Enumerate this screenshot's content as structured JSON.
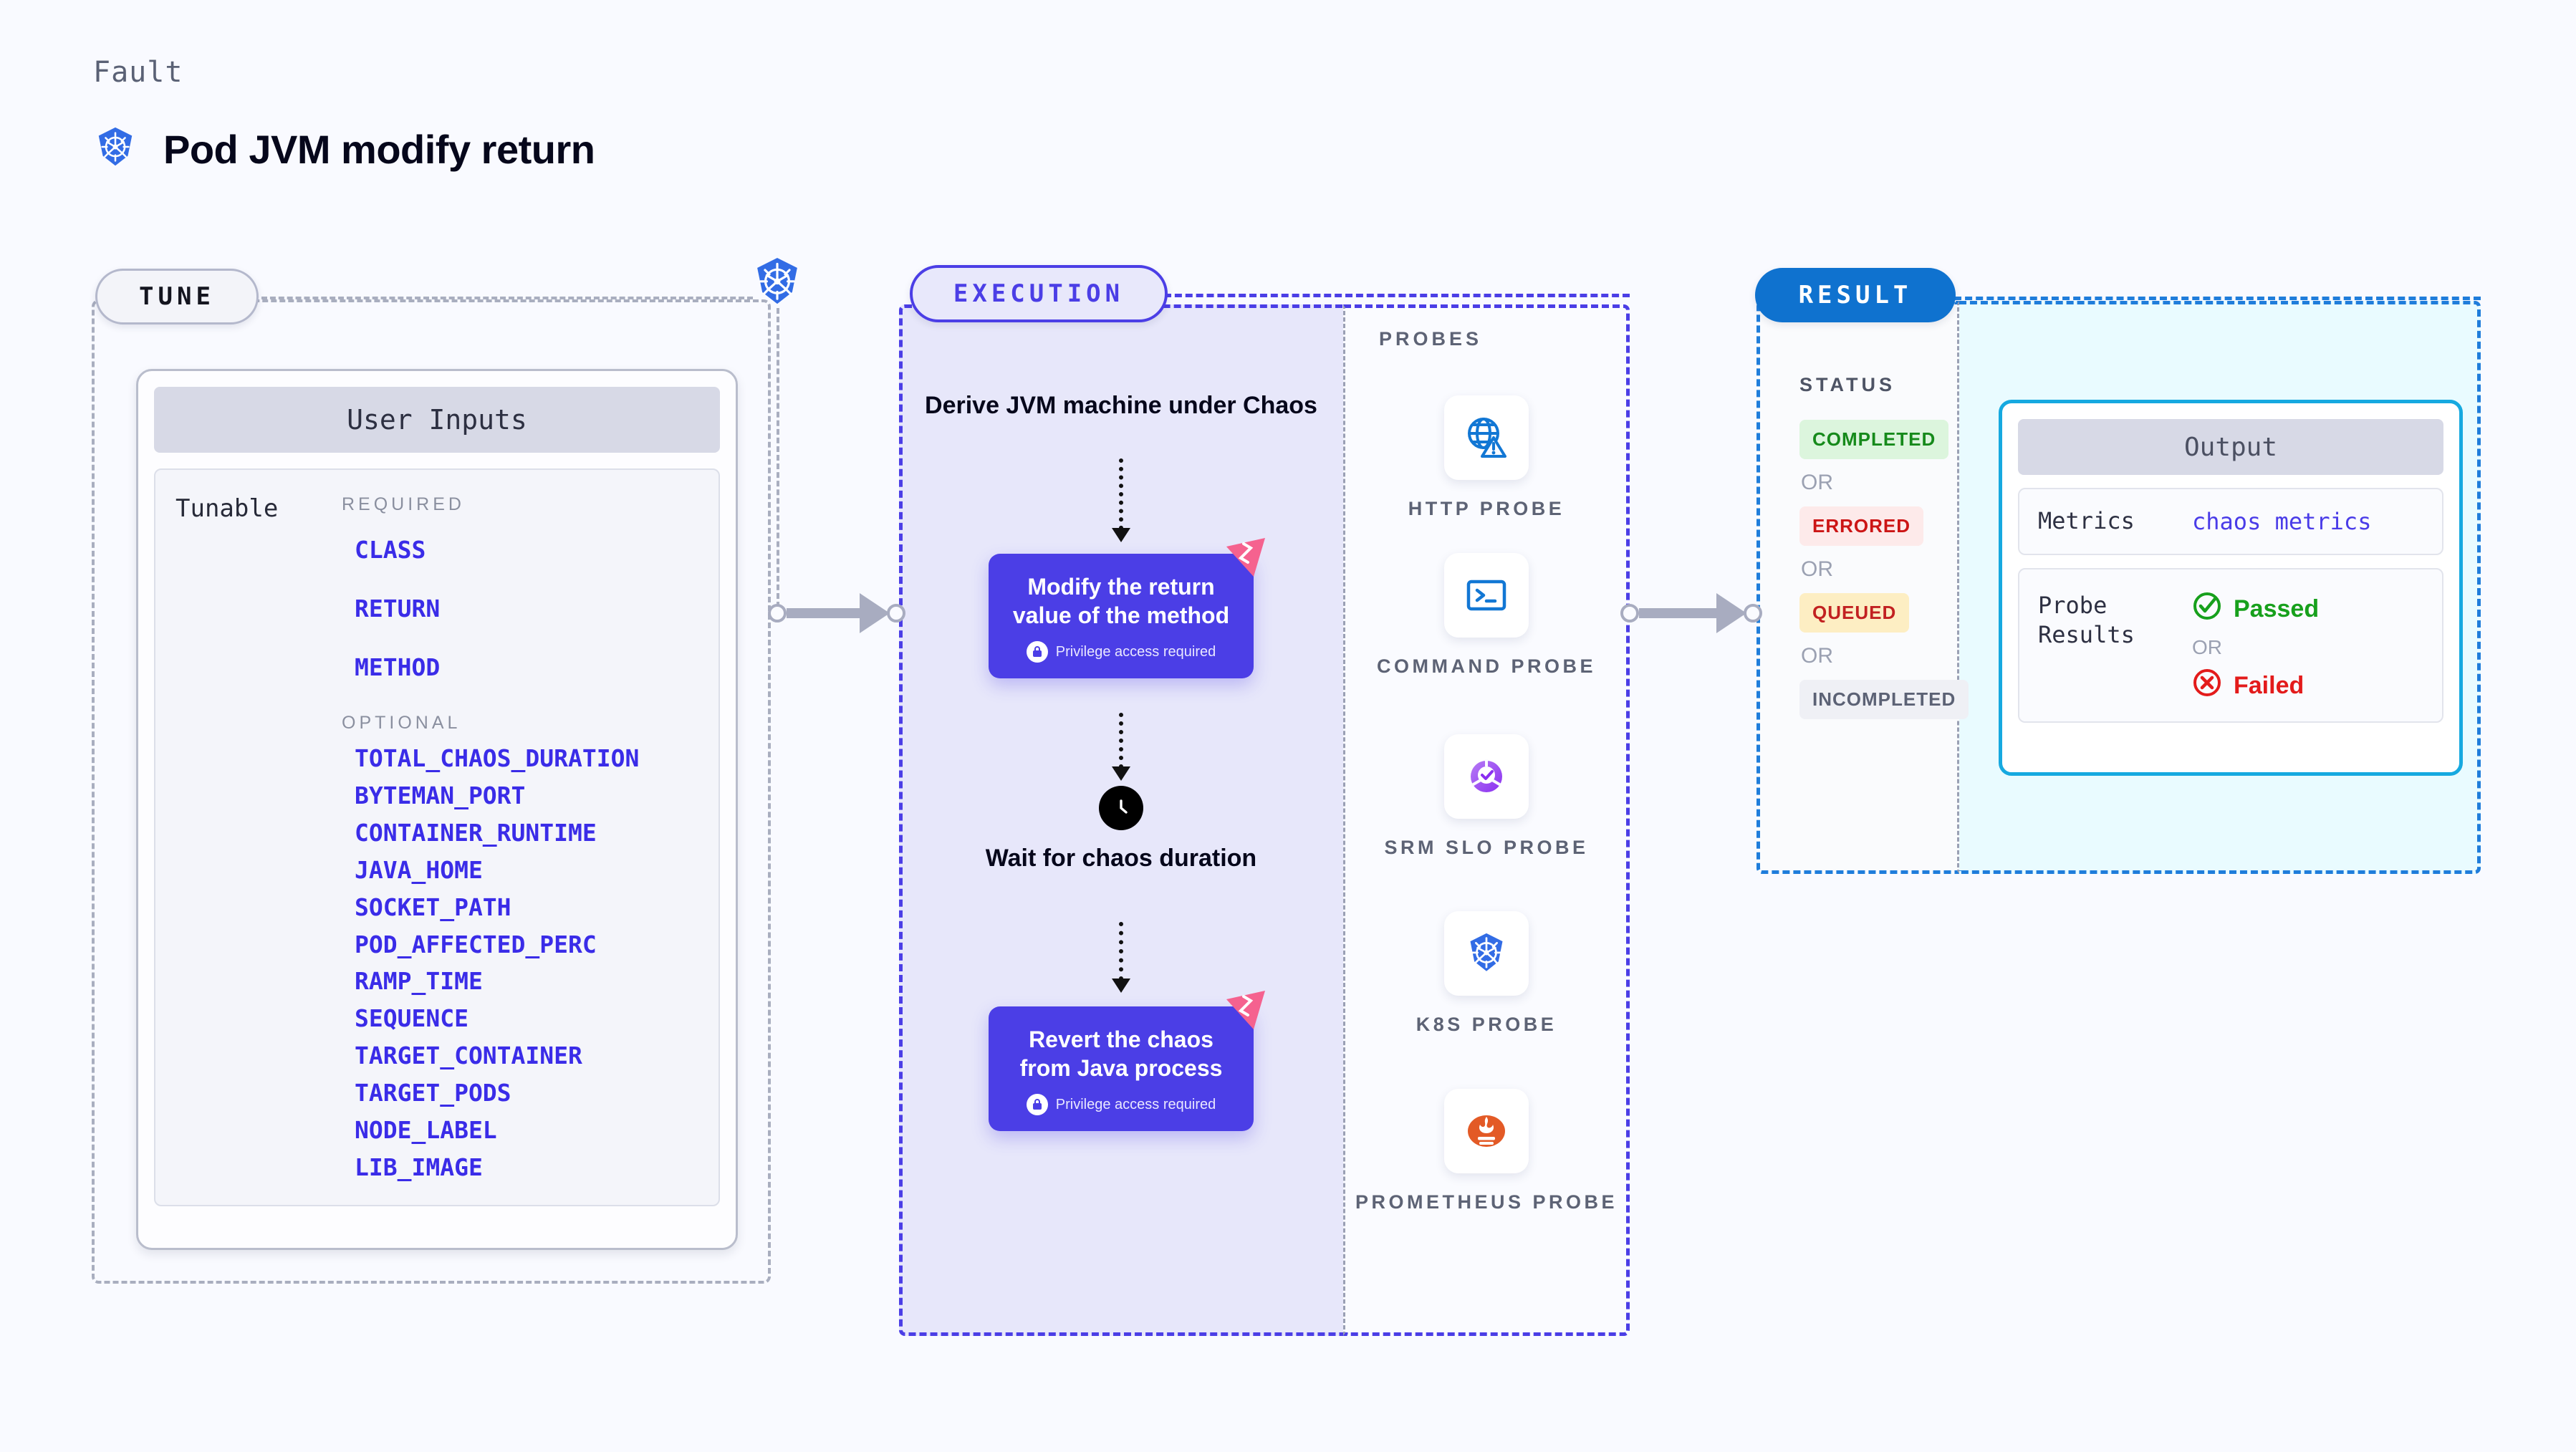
{
  "header": {
    "kicker": "Fault",
    "title": "Pod JVM modify return",
    "icon": "kubernetes-icon"
  },
  "stages": {
    "tune_label": "TUNE",
    "execution_label": "EXECUTION",
    "result_label": "RESULT"
  },
  "tune": {
    "card_title": "User Inputs",
    "row_label": "Tunable",
    "required_label": "REQUIRED",
    "optional_label": "OPTIONAL",
    "required": [
      "CLASS",
      "RETURN",
      "METHOD"
    ],
    "optional": [
      "TOTAL_CHAOS_DURATION",
      "BYTEMAN_PORT",
      "CONTAINER_RUNTIME",
      "JAVA_HOME",
      "SOCKET_PATH",
      "POD_AFFECTED_PERC",
      "RAMP_TIME",
      "SEQUENCE",
      "TARGET_CONTAINER",
      "TARGET_PODS",
      "NODE_LABEL",
      "LIB_IMAGE"
    ]
  },
  "execution": {
    "step_title": "Derive JVM machine under Chaos",
    "card1_title": "Modify the return value of the method",
    "card1_note": "Privilege access required",
    "wait_title": "Wait for chaos duration",
    "card2_title": "Revert the chaos from Java process",
    "card2_note": "Privilege access required"
  },
  "probes": {
    "label": "PROBES",
    "items": [
      {
        "name": "HTTP PROBE",
        "icon": "globe-warning-icon"
      },
      {
        "name": "COMMAND PROBE",
        "icon": "terminal-icon"
      },
      {
        "name": "SRM SLO PROBE",
        "icon": "srm-slo-icon"
      },
      {
        "name": "K8S PROBE",
        "icon": "kubernetes-icon"
      },
      {
        "name": "PROMETHEUS PROBE",
        "icon": "prometheus-icon"
      }
    ]
  },
  "result": {
    "status_label": "STATUS",
    "or_label": "OR",
    "statuses": [
      {
        "text": "COMPLETED",
        "bg": "#dcf5dd",
        "fg": "#168a1b"
      },
      {
        "text": "ERRORED",
        "bg": "#fdeaea",
        "fg": "#cc1515"
      },
      {
        "text": "QUEUED",
        "bg": "#fdeec3",
        "fg": "#c22121"
      },
      {
        "text": "INCOMPLETED",
        "bg": "#eff0f5",
        "fg": "#5c6275"
      }
    ]
  },
  "output": {
    "card_title": "Output",
    "metrics_key": "Metrics",
    "metrics_value": "chaos metrics",
    "probe_results_key": "Probe Results",
    "passed_label": "Passed",
    "failed_label": "Failed",
    "or_label": "OR"
  },
  "colors": {
    "background": "#f9faff",
    "primary_purple": "#4b3ee6",
    "k8s_blue": "#326ce5",
    "result_blue": "#0f72cf",
    "cyan": "#16a9e0",
    "pink": "#f5628f",
    "param_blue": "#3a2ce8"
  }
}
